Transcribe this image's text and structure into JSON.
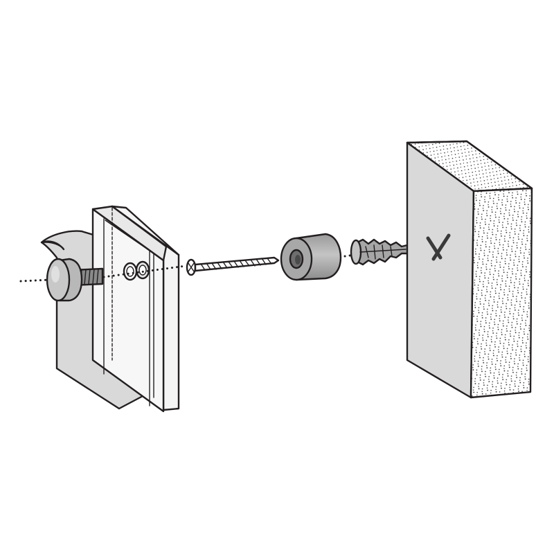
{
  "diagram": {
    "kind": "exploded-assembly",
    "parts": [
      "print-sheet",
      "cap-screw",
      "acrylic-panels",
      "screw",
      "spacer-barrel",
      "wall-plug",
      "wall"
    ],
    "wall_marker": "X",
    "colors": {
      "outline": "#231f20",
      "part_gray": "#b8b8b8",
      "light_gray": "#d9d9d9",
      "dark_gray": "#8a8a8a",
      "panel_fill": "#f4f4f4",
      "background": "#ffffff"
    }
  }
}
